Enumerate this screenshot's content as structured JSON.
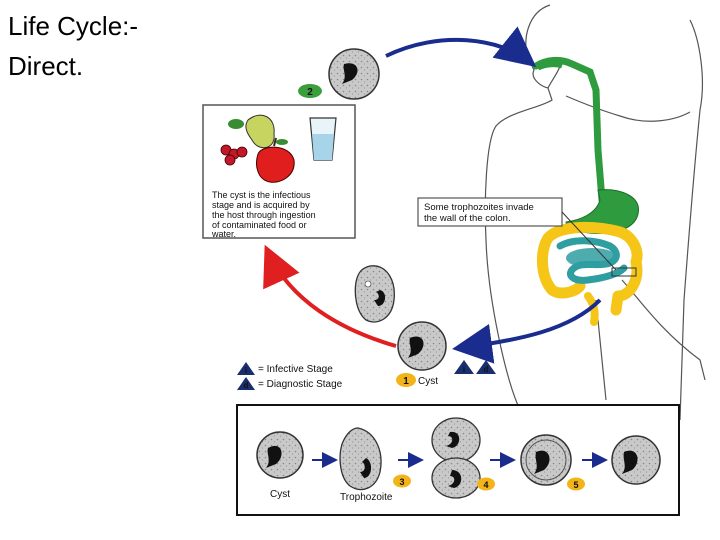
{
  "title": {
    "line1": "Life Cycle:-",
    "line2": "Direct."
  },
  "infection_box": {
    "text_lines": [
      "The cyst is the infectious",
      "stage and is acquired by",
      "the host through ingestion",
      "of contaminated food or",
      "water."
    ]
  },
  "colon_callout": {
    "text_lines": [
      "Some trophozoites invade",
      "the wall of the colon."
    ]
  },
  "legend": {
    "infective": {
      "symbol": "i",
      "label": "= Infective Stage"
    },
    "diagnostic": {
      "symbol": "d",
      "label": "= Diagnostic Stage"
    }
  },
  "stages": {
    "cyst": {
      "number": "1",
      "label": "Cyst"
    },
    "ingested": {
      "number": "2"
    },
    "trophozoite": {
      "number": "3"
    },
    "multiplying": {
      "number": "4"
    },
    "encysting": {
      "number": "5"
    }
  },
  "stage_markers": {
    "i": "i",
    "d": "d"
  },
  "bottom_strip": {
    "cyst_label": "Cyst",
    "trophozoite_label": "Trophozoite"
  },
  "colors": {
    "green_tract": "#2e9b3e",
    "teal_intestine": "#2f9ea0",
    "yellow_colon": "#f5c518",
    "blue_arrow": "#1a2d8f",
    "red_arrow": "#e02020",
    "badge_green": "#3c9e3c",
    "badge_yellow": "#f2b418",
    "triangle_navy": "#1a2d6e"
  }
}
